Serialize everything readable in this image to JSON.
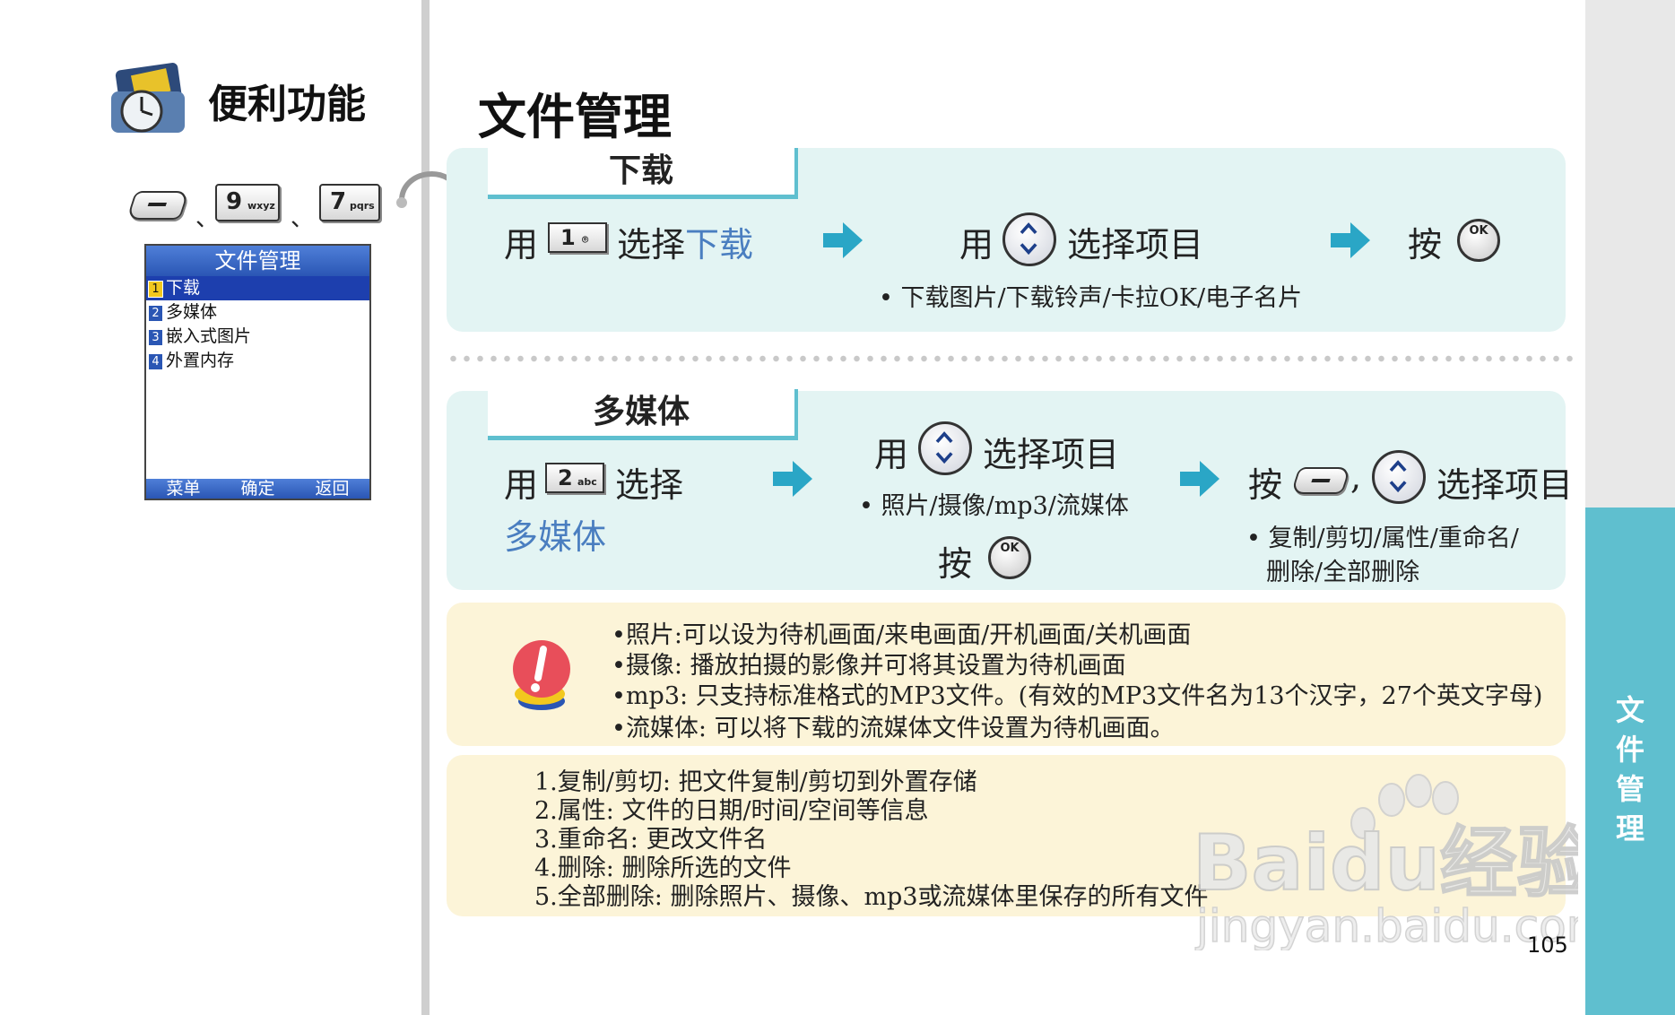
{
  "section": {
    "title": "便利功能",
    "icon": "briefcase-clock-icon"
  },
  "shortcut": {
    "key2": "9",
    "key2_sub": "wxyz",
    "key3": "7",
    "key3_sub": "pqrs",
    "sep": "、"
  },
  "phone_screen": {
    "title": "文件管理",
    "items": [
      {
        "num": "1",
        "label": "下载"
      },
      {
        "num": "2",
        "label": "多媒体"
      },
      {
        "num": "3",
        "label": "嵌入式图片"
      },
      {
        "num": "4",
        "label": "外置内存"
      }
    ],
    "softkeys": [
      "菜单",
      "确定",
      "返回"
    ]
  },
  "page_title": "文件管理",
  "download": {
    "tab": "下载",
    "use": "用",
    "key_num": "1",
    "select": "选择",
    "select_target": "下载",
    "step2": "选择项目",
    "press": "按",
    "ok_label": "OK",
    "note": "下载图片/下载铃声/卡拉OK/电子名片"
  },
  "multimedia": {
    "tab": "多媒体",
    "use": "用",
    "key_num": "2",
    "key_sub": "abc",
    "select": "选择",
    "select_target": "多媒体",
    "step2": "选择项目",
    "step2_note": "照片/摄像/mp3/流媒体",
    "press": "按",
    "ok_label": "OK",
    "comma": ",",
    "step3": "选择项目",
    "step3_note_1": "复制/剪切/属性/重命名/",
    "step3_note_2": "删除/全部删除"
  },
  "tips": [
    "照片:可以设为待机画面/来电画面/开机画面/关机画面",
    "摄像:  播放拍摄的影像并可将其设置为待机画面",
    "mp3:  只支持标准格式的MP3文件。(有效的MP3文件名为13个汉字，27个英文字母)",
    "流媒体:  可以将下载的流媒体文件设置为待机画面。"
  ],
  "definitions": [
    "1.复制/剪切:  把文件复制/剪切到外置存储",
    "2.属性:  文件的日期/时间/空间等信息",
    "3.重命名:  更改文件名",
    "4.删除:  删除所选的文件",
    "5.全部删除:  删除照片、摄像、mp3或流媒体里保存的所有文件"
  ],
  "side_tab": [
    "文",
    "件",
    "管",
    "理"
  ],
  "page_number": "105",
  "watermark": {
    "line1": "Baidu经验",
    "line2": "jingyan.baidu.com"
  },
  "colors": {
    "accent": "#5fbfcf",
    "panel": "#e3f4f3",
    "note": "#fcf4d8",
    "link_blue": "#4a7ec0"
  }
}
